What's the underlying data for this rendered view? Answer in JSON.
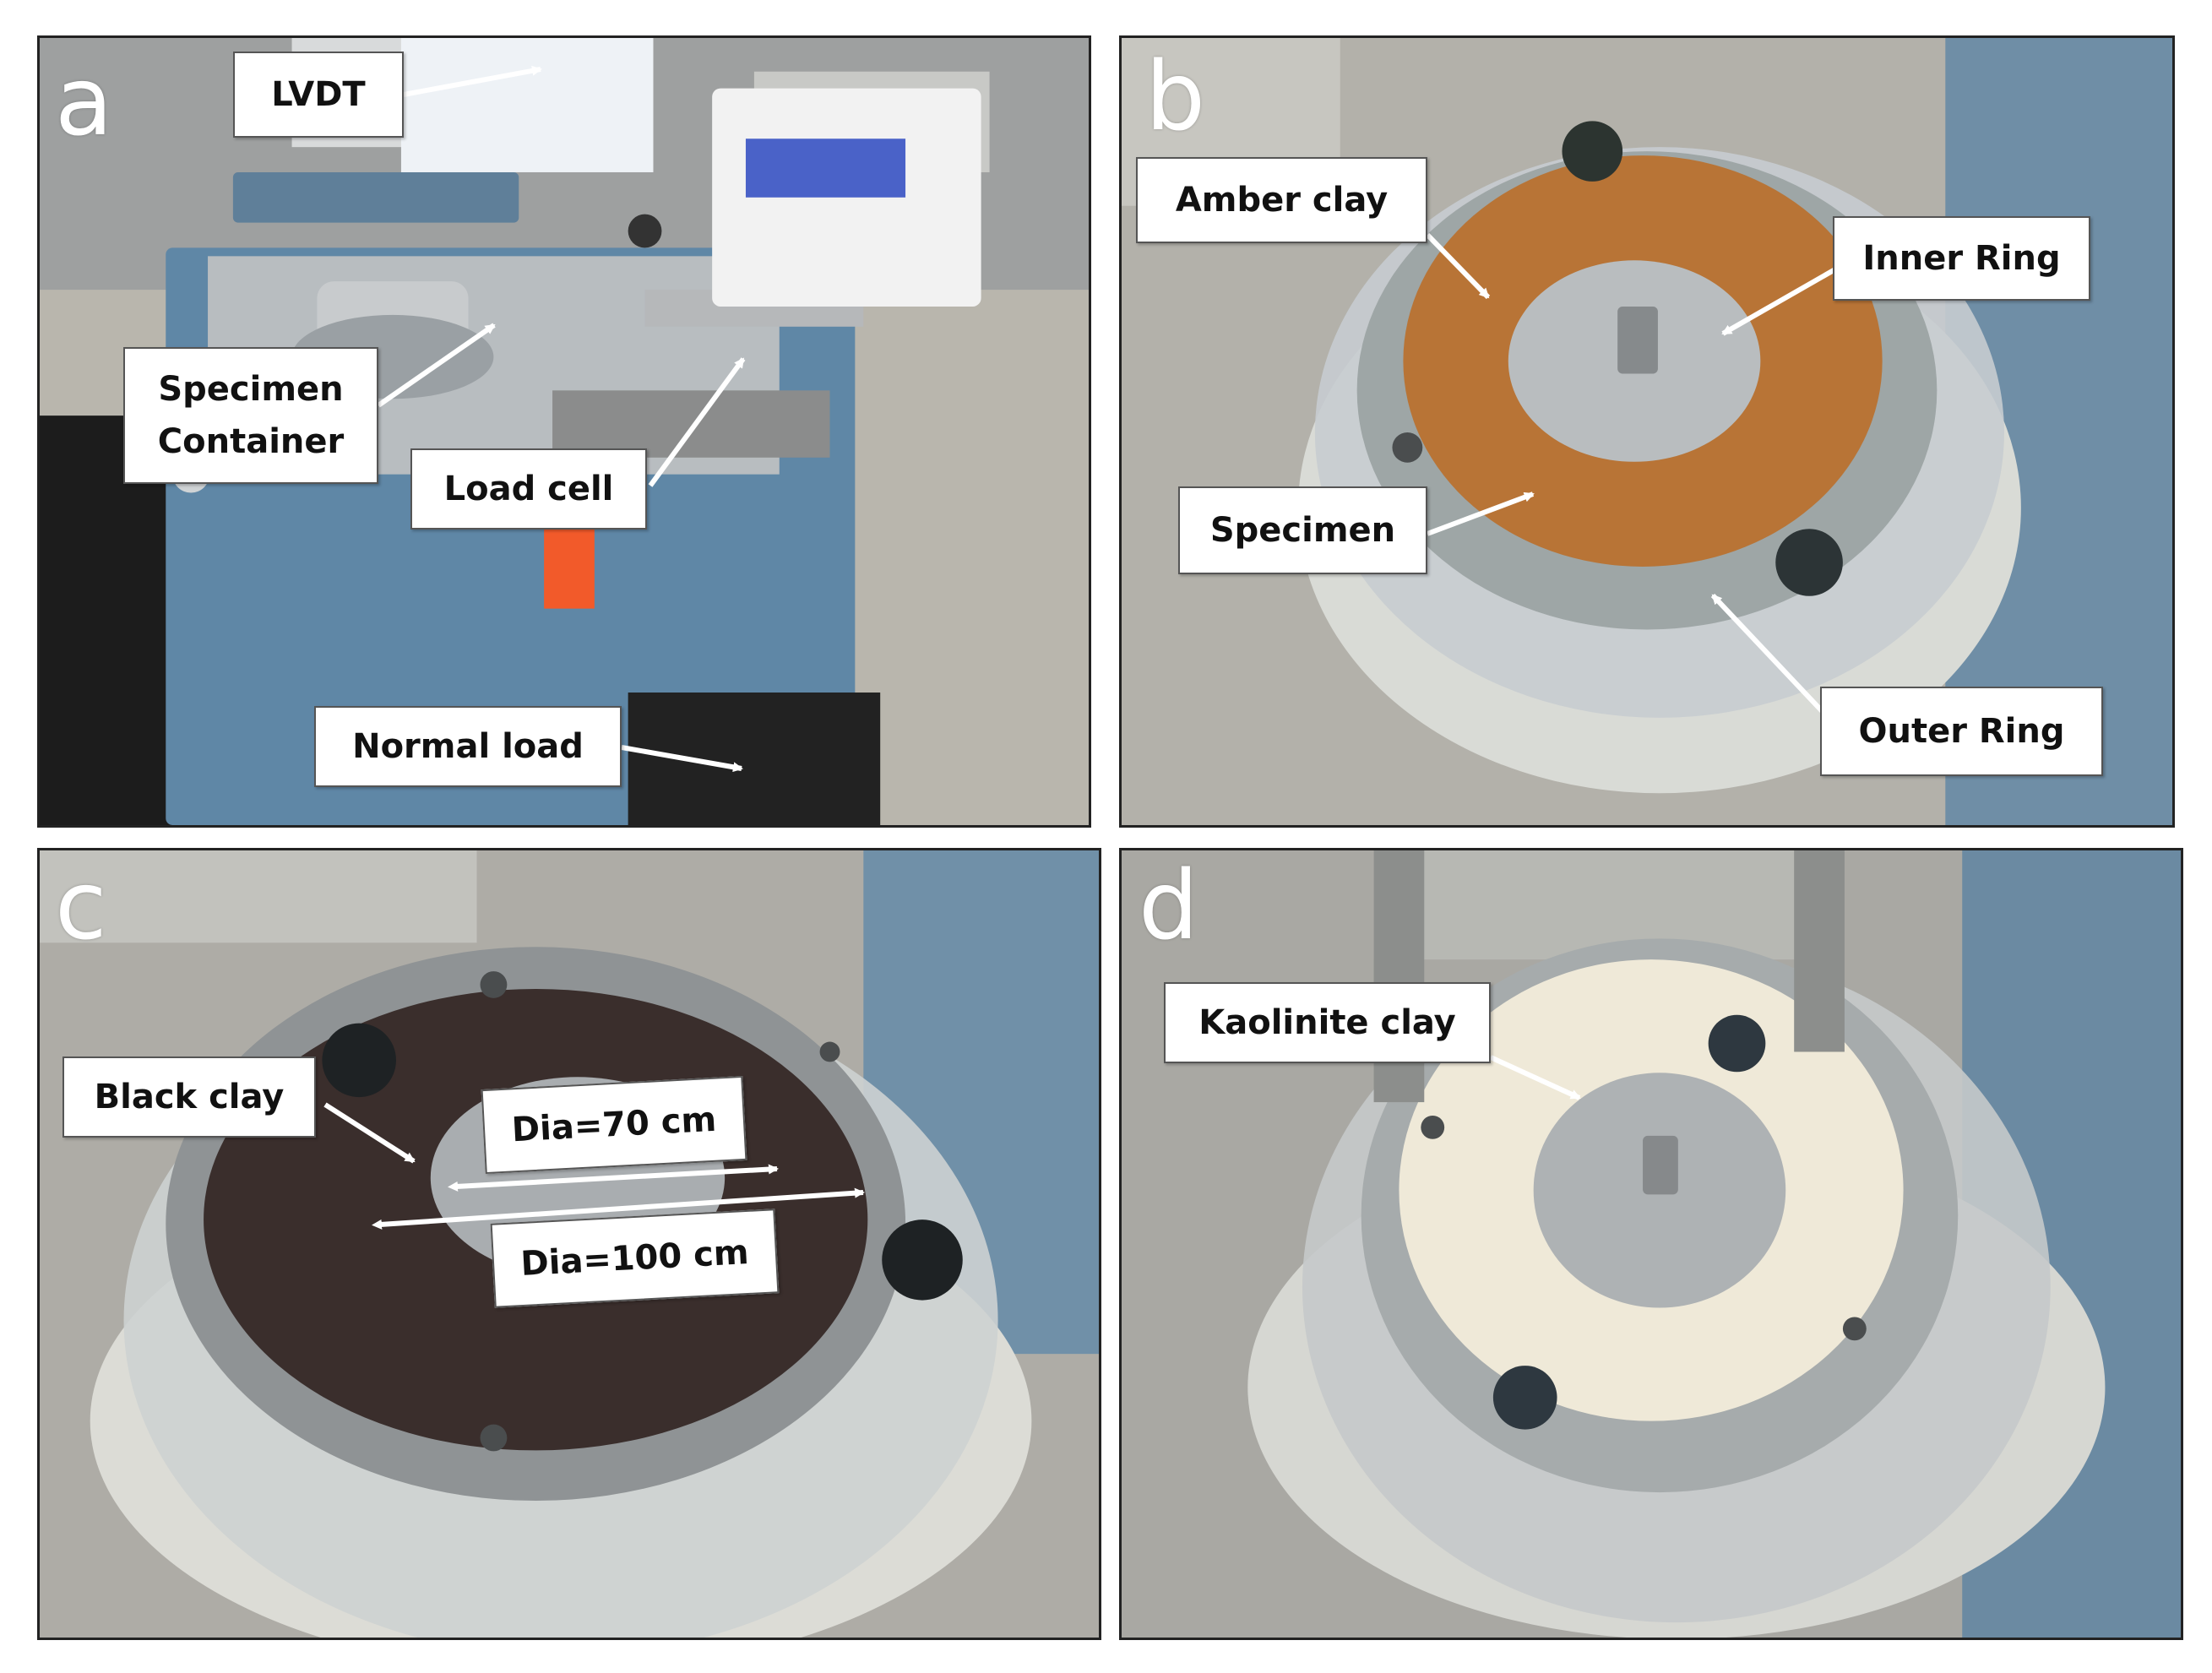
{
  "panels": [
    {
      "letter": "a",
      "labels": {
        "lvdt": "LVDT",
        "specimen_container": "Specimen\nContainer",
        "load_cell": "Load cell",
        "normal_load": "Normal load"
      }
    },
    {
      "letter": "b",
      "labels": {
        "amber_clay": "Amber clay",
        "inner_ring": "Inner Ring",
        "specimen": "Specimen",
        "outer_ring": "Outer Ring"
      }
    },
    {
      "letter": "c",
      "labels": {
        "black_clay": "Black clay",
        "dia_70": "Dia=70 cm",
        "dia_100": "Dia=100 cm"
      }
    },
    {
      "letter": "d",
      "labels": {
        "kaolinite_clay": "Kaolinite clay"
      }
    }
  ],
  "colors": {
    "amber_clay": "#b87436",
    "black_clay": "#3a2e2c",
    "kaolinite_clay": "#efe9d8",
    "machine_blue": "#5f87a6",
    "steel": "#a9adb0"
  }
}
